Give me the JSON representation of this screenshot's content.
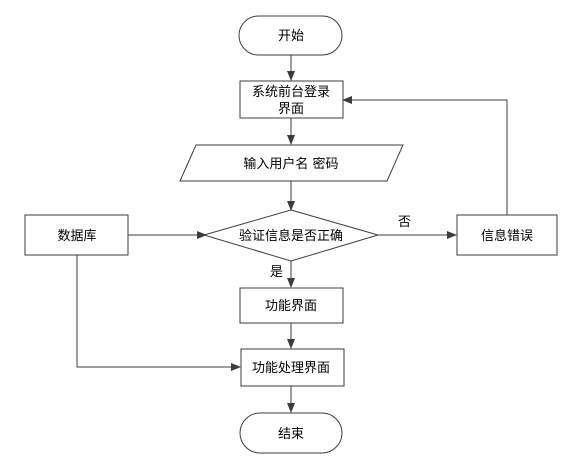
{
  "flowchart": {
    "start": "开始",
    "login_ui_line1": "系统前台登录",
    "login_ui_line2": "界面",
    "input": "输入用户名 密码",
    "database": "数据库",
    "decision": "验证信息是否正确",
    "no_label": "否",
    "yes_label": "是",
    "error": "信息错误",
    "function_ui": "功能界面",
    "process_ui": "功能处理界面",
    "end": "结束"
  },
  "colors": {
    "stroke": "#3c3c3c",
    "fill": "#ffffff",
    "text": "#000000"
  }
}
